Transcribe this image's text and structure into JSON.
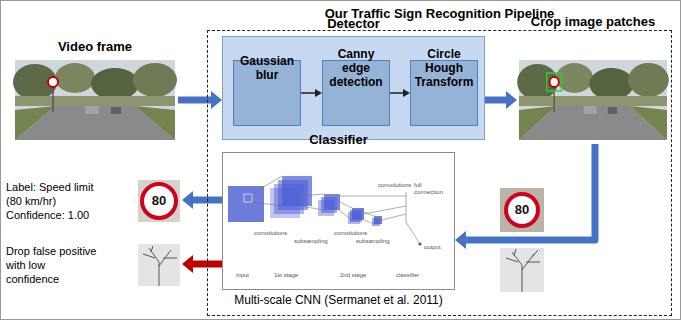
{
  "diagram": {
    "nodes": [
      {
        "text": [
          "Our Traffic Sign Recognition Pipeline"
        ]
      },
      {
        "text": [
          "Video frame"
        ]
      },
      {
        "text": [
          "Detector"
        ],
        "in": 0
      },
      {
        "text": [
          "Gaussian blur"
        ],
        "in": 2
      },
      {
        "text": [
          "Canny edge detection"
        ],
        "in": 2
      },
      {
        "text": [
          "Circle Hough Transform"
        ],
        "in": 2
      },
      {
        "text": [
          "Crop image patches"
        ],
        "in": 0
      },
      {
        "text": [
          "Classifier"
        ],
        "in": 0
      },
      {
        "text": [
          "Label: Speed limit (80 km/hr) Confidence: 1.00"
        ]
      },
      {
        "text": [
          "Drop false positive with low confidence"
        ]
      }
    ],
    "edges": [
      {
        "from": 1,
        "to": 2,
        "arrow": "to"
      },
      {
        "from": 3,
        "to": 4,
        "arrow": "to"
      },
      {
        "from": 4,
        "to": 5,
        "arrow": "to"
      },
      {
        "from": 2,
        "to": 6,
        "arrow": "to"
      },
      {
        "from": 6,
        "to": 7,
        "arrow": "to"
      },
      {
        "from": 7,
        "to": 8,
        "arrow": "to"
      },
      {
        "from": 7,
        "to": 9,
        "arrow": "to"
      }
    ],
    "labels": [
      "80",
      "convolutions",
      "subsampling",
      "convolutions",
      "subsampling",
      "convolutions",
      "full connection",
      "output",
      "input",
      "1st stage",
      "2nd stage",
      "classifier",
      "Multi-scale CNN (Sermanet et al. 2011)",
      "80"
    ]
  }
}
